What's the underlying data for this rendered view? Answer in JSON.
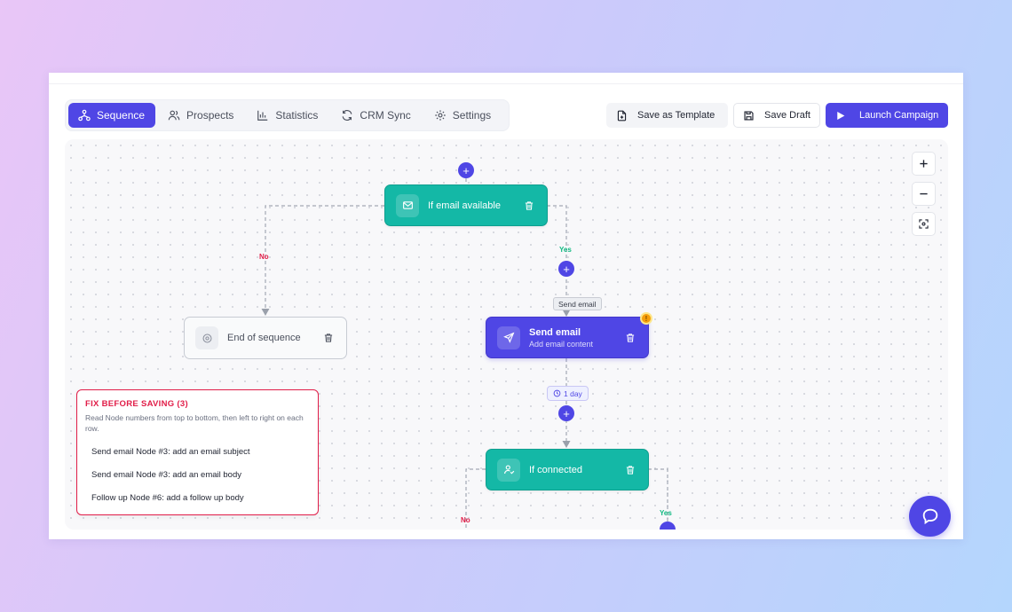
{
  "tabs": [
    {
      "label": "Sequence",
      "icon": "sitemap-icon",
      "active": true
    },
    {
      "label": "Prospects",
      "icon": "users-icon",
      "active": false
    },
    {
      "label": "Statistics",
      "icon": "bar-chart-icon",
      "active": false
    },
    {
      "label": "CRM Sync",
      "icon": "sync-icon",
      "active": false
    },
    {
      "label": "Settings",
      "icon": "gear-icon",
      "active": false
    }
  ],
  "toolbar": {
    "save_template": "Save as Template",
    "save_draft": "Save Draft",
    "launch": "Launch Campaign"
  },
  "flow": {
    "condition_email": "If email available",
    "end": "End of sequence",
    "send_email_title": "Send email",
    "send_email_sub": "Add email content",
    "send_email_tag": "Send email",
    "delay": "1 day",
    "condition_connected": "If connected",
    "yes": "Yes",
    "no": "No",
    "add_symbol": "+",
    "warning_symbol": "!"
  },
  "errors": {
    "title": "FIX BEFORE SAVING (3)",
    "hint": "Read Node numbers from top to bottom, then left to right on each row.",
    "items": [
      "Send email Node #3: add an email subject",
      "Send email Node #3: add an email body",
      "Follow up Node #6: add a follow up body"
    ]
  },
  "colors": {
    "accent": "#4f46e5",
    "teal": "#14b8a6",
    "error": "#e11d48",
    "success": "#10b981",
    "warning": "#f59e0b"
  }
}
